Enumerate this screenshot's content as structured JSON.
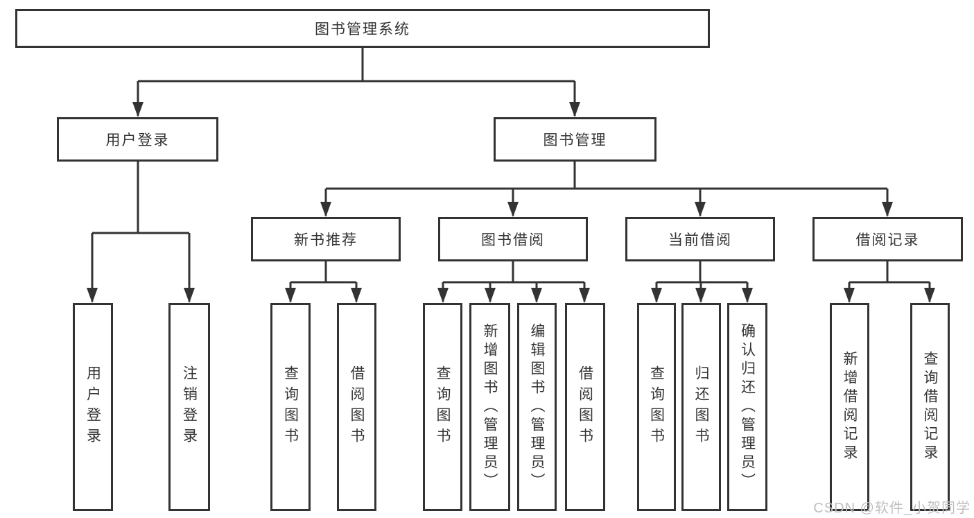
{
  "colors": {
    "line": "#333333",
    "node_border": "#333333",
    "node_text": "#333333",
    "background": "#ffffff",
    "watermark_text": "#bfbfbf"
  },
  "watermark": "CSDN @软件_小贺同学",
  "tree": {
    "root": "图书管理系统",
    "level2": [
      {
        "label": "用户登录",
        "leaves": [
          "用户登录",
          "注销登录"
        ]
      },
      {
        "label": "图书管理",
        "groups": [
          {
            "label": "新书推荐",
            "leaves": [
              "查询图书",
              "借阅图书"
            ]
          },
          {
            "label": "图书借阅",
            "leaves": [
              "查询图书",
              "新增图书（管理员）",
              "编辑图书（管理员）",
              "借阅图书"
            ]
          },
          {
            "label": "当前借阅",
            "leaves": [
              "查询图书",
              "归还图书",
              "确认归还（管理员）"
            ]
          },
          {
            "label": "借阅记录",
            "leaves": [
              "新增借阅记录",
              "查询借阅记录"
            ]
          }
        ]
      }
    ]
  }
}
